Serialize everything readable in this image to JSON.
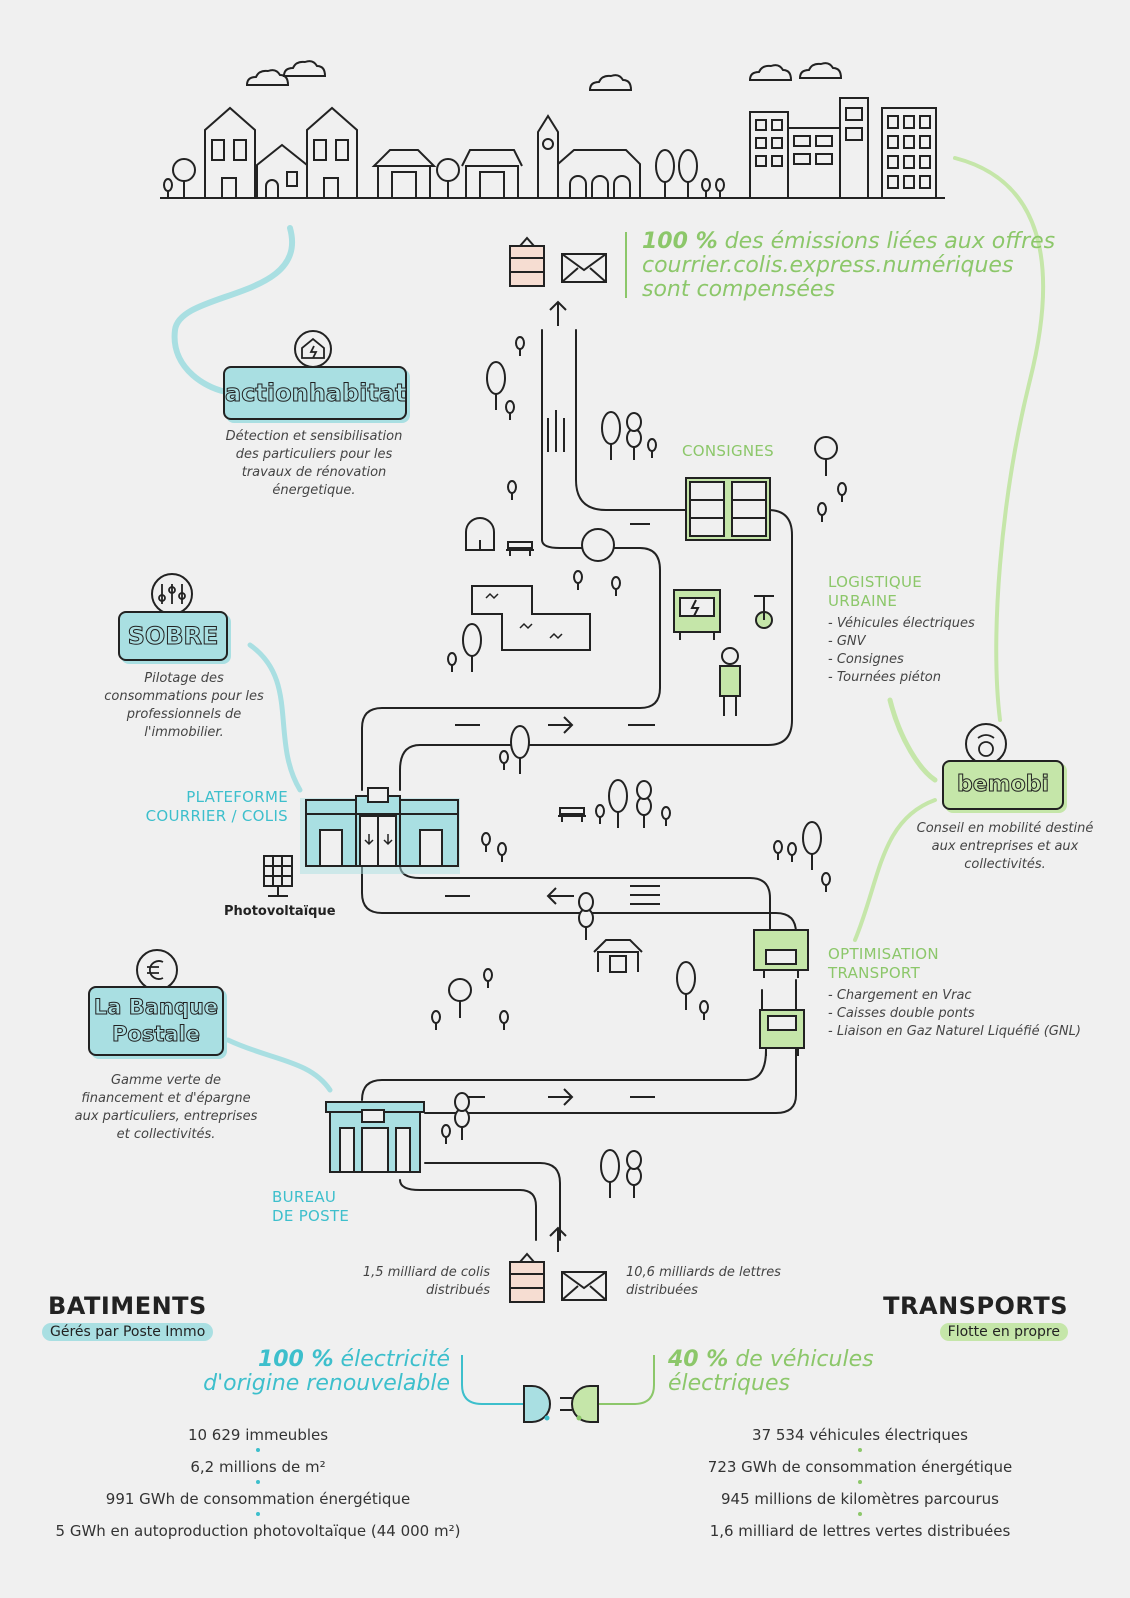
{
  "header_stat": {
    "percent": "100 %",
    "rest_line1": " des émissions liées aux offres",
    "line2": "courrier.colis.express.numériques",
    "line3": "sont compensées"
  },
  "labels": {
    "consignes": "CONSIGNES",
    "logistique_l1": "LOGISTIQUE",
    "logistique_l2": "URBAINE",
    "logistique_items": [
      "- Véhicules électriques",
      "- GNV",
      "- Consignes",
      "- Tournées piéton"
    ],
    "plateforme_l1": "PLATEFORME",
    "plateforme_l2": "COURRIER / COLIS",
    "photovoltaique": "Photovoltaïque",
    "optimisation_l1": "OPTIMISATION",
    "optimisation_l2": "TRANSPORT",
    "optimisation_items": [
      "- Chargement en Vrac",
      "- Caisses double ponts",
      "- Liaison en Gaz Naturel Liquéfié (GNL)"
    ],
    "bureau_l1": "BUREAU",
    "bureau_l2": "DE POSTE",
    "colis_l1": "1,5 milliard de colis",
    "colis_l2": "distribués",
    "lettres_l1": "10,6 milliards de lettres",
    "lettres_l2": "distribuées"
  },
  "badges": {
    "actionhabitat": {
      "name": "actionhabitat",
      "desc": [
        "Détection et sensibilisation",
        "des particuliers pour les",
        "travaux de rénovation",
        "énergetique."
      ]
    },
    "sobre": {
      "name": "SOBRE",
      "desc": [
        "Pilotage des",
        "consommations pour les",
        "professionnels de",
        "l'immobilier."
      ]
    },
    "banque": {
      "name_l1": "La Banque",
      "name_l2": "Postale",
      "desc": [
        "Gamme verte de",
        "financement et d'épargne",
        "aux particuliers, entreprises",
        "et collectivités."
      ]
    },
    "bemobi": {
      "name": "bemobi",
      "desc": [
        "Conseil en mobilité destiné",
        "aux entreprises et aux",
        "collectivités."
      ]
    }
  },
  "batiments": {
    "title": "BATIMENTS",
    "subtitle": "Gérés par Poste Immo",
    "stat_percent": "100 %",
    "stat_l1_rest": " électricité",
    "stat_l2": "d'origine renouvelable",
    "list": [
      "10 629 immeubles",
      "6,2 millions de m²",
      "991 GWh de consommation énergétique",
      "5 GWh en autoproduction photovoltaïque (44 000 m²)"
    ]
  },
  "transports": {
    "title": "TRANSPORTS",
    "subtitle": "Flotte en propre",
    "stat_percent": "40 %",
    "stat_l1_rest": " de véhicules",
    "stat_l2": "électriques",
    "list": [
      "37 534 véhicules électriques",
      "723 GWh de consommation énergétique",
      "945 millions de kilomètres parcourus",
      "1,6 milliard de lettres vertes distribuées"
    ]
  },
  "colors": {
    "teal": "#3dbfcc",
    "green": "#8cc76a",
    "teal_fill": "#a9dfe2",
    "green_fill": "#c5e6a9",
    "ink": "#222222",
    "background": "#f0f0f0"
  }
}
